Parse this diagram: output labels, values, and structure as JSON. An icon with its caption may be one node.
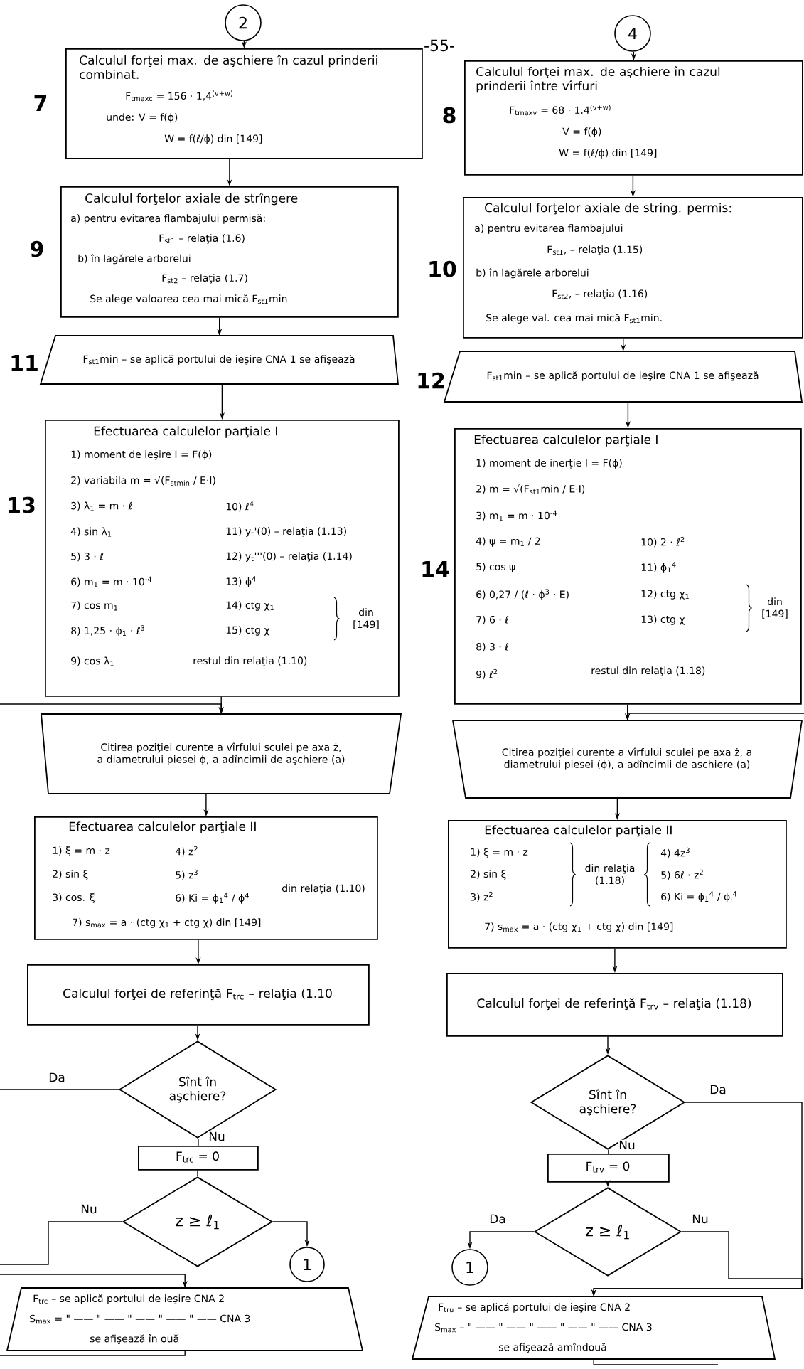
{
  "diagram": {
    "nodes": [
      {
        "text": [
          "2"
        ]
      },
      {
        "text": [
          "Calculul forţei max. de aşchiere în cazul prinderii combinat.",
          "F$_{tmaxc}$ = 156 · 1,4$^{(v+w)}$",
          "unde: V = f(ϕ)",
          "W = f(ℓ/ϕ) din [149]"
        ],
        "beside": [
          "7"
        ]
      },
      {
        "text": [
          "Calculul forţelor axiale de strîngere",
          "a) pentru evitarea flambajului permisă:",
          "F$_{st1}$ – relaţia (1.6)",
          "b) în lagărele arborelui",
          "F$_{st2}$ – relaţia (1.7)",
          "Se alege valoarea cea mai mică F$_{st1}$min"
        ],
        "beside": [
          "9"
        ]
      },
      {
        "text": [
          "F$_{st1}$min – se aplică portului de ieşire CNA 1 se afişează"
        ],
        "beside": [
          "11"
        ]
      },
      {
        "text": [
          "Efectuarea calculelor parţiale I",
          "1) moment de ieşire I = F(ϕ)",
          "2) variabila m = √(F$_{stmin}$ / E·I)",
          "3) λ$_{1}$ = m · ℓ",
          "10) ℓ$^{4}$",
          "4) sin λ$_{1}$",
          "11) y$_{t}$'(0) – relaţia (1.13)",
          "5) 3 · ℓ",
          "12) y$_{t}$'''(0) – relaţia (1.14)",
          "6) m$_{1}$ = m · 10$^{-4}$",
          "13) ϕ$^{4}$",
          "7) cos m$_{1}$",
          "14) ctg χ$_{1}$",
          "8) 1,25 · ϕ$_{1}$ · ℓ$^{3}$",
          "15) ctg χ",
          "din [149]",
          "9) cos λ$_{1}$",
          "restul din relaţia (1.10)"
        ],
        "beside": [
          "13"
        ]
      },
      {
        "text": [
          "Citirea poziţiei curente a vîrfului sculei pe axa ż, a diametrului piesei ϕ, a adîncimii de aşchiere (a)"
        ]
      },
      {
        "text": [
          "Efectuarea calculelor parţiale II",
          "1) ξ = m · z",
          "4) z$^{2}$",
          "2) sin ξ",
          "5) z$^{3}$",
          "3) cos. ξ",
          "6) Ki = ϕ$_{1}$$^{4}$ / ϕ$^{4}$",
          "din relaţia (1.10)",
          "7) s$_{max}$ = a · (ctg χ$_{1}$ + ctg χ) din [149]"
        ]
      },
      {
        "text": [
          "Calculul forţei de referinţă F$_{trc}$ – relaţia (1.10"
        ]
      },
      {
        "text": [
          "Sînt în aşchiere?"
        ]
      },
      {
        "text": [
          "F$_{trc}$ = 0"
        ]
      },
      {
        "text": [
          "z ≥ ℓ$_{1}$"
        ]
      },
      {
        "text": [
          "1"
        ]
      },
      {
        "text": [
          "F$_{trc}$ – se aplică portului de ieşire CNA 2",
          "S$_{max}$ = \" —— \" —— \" —— \" —— \" —— CNA 3",
          "se afişează în ouă"
        ]
      },
      {
        "text": [
          "4"
        ]
      },
      {
        "text": [
          "Calculul forţei max. de aşchiere în cazul prinderii între vîrfuri",
          "F$_{tmaxv}$ = 68 · 1.4$^{(v+w)}$",
          "V = f(ϕ)",
          "W = f(ℓ/ϕ) din [149]"
        ],
        "beside": [
          "8"
        ]
      },
      {
        "text": [
          "Calculul forţelor axiale de string. permis:",
          "a) pentru evitarea flambajului",
          "F$_{st1}$, – relaţia (1.15)",
          "b) în lagărele arborelui",
          "F$_{st2}$, – relaţia (1.16)",
          "Se alege val. cea mai mică F$_{st1}$min."
        ],
        "beside": [
          "10"
        ]
      },
      {
        "text": [
          "F$_{st1}$min – se aplică portului de ieşire CNA 1 se afişează"
        ],
        "beside": [
          "12"
        ]
      },
      {
        "text": [
          "Efectuarea calculelor parţiale I",
          "1) moment de inerţie I = F(ϕ)",
          "2) m = √(F$_{st1}$min / E·I)",
          "3) m$_{1}$ = m · 10$^{-4}$",
          "4) ψ = m$_{1}$ / 2",
          "10) 2 · ℓ$^{2}$",
          "5) cos ψ",
          "11) ϕ$_{1}$$^{4}$",
          "6) 0,27 / (ℓ · ϕ$^{3}$ · E)",
          "12) ctg χ$_{1}$",
          "7) 6 · ℓ",
          "13) ctg χ",
          "din [149]",
          "8) 3 · ℓ",
          "9) ℓ$^{2}$",
          "restul din relaţia (1.18)"
        ],
        "beside": [
          "14"
        ]
      },
      {
        "text": [
          "Citirea poziţiei curente a vîrfului sculei pe axa ż, a diametrului piesei (ϕ), a adîncimii de aschiere (a)"
        ]
      },
      {
        "text": [
          "Efectuarea calculelor parţiale II",
          "1) ξ = m · z",
          "din relaţia (1.18)",
          "4) 4z$^{3}$",
          "2) sin ξ",
          "5) 6ℓ · z$^{2}$",
          "3) z$^{2}$",
          "6) Ki = ϕ$_{1}$$^{4}$ / ϕ$_{i}$$^{4}$",
          "7) s$_{max}$ = a · (ctg χ$_{1}$ + ctg χ) din [149]"
        ]
      },
      {
        "text": [
          "Calculul forţei de referinţă F$_{trv}$ – relaţia (1.18)"
        ]
      },
      {
        "text": [
          "Sînt în aşchiere?"
        ]
      },
      {
        "text": [
          "F$_{trv}$ = 0"
        ]
      },
      {
        "text": [
          "z ≥ ℓ$_{1}$"
        ]
      },
      {
        "text": [
          "1"
        ]
      },
      {
        "text": [
          "F$_{tru}$ – se aplică portului de ieşire CNA 2",
          "S$_{max}$ – \" —— \" —— \" —— \" —— \" —— CNA 3",
          "se afişează amîndouă"
        ]
      }
    ],
    "edges": [
      {
        "from": 0,
        "to": 1,
        "arrow": "to"
      },
      {
        "from": 1,
        "to": 2,
        "arrow": "to"
      },
      {
        "from": 2,
        "to": 3,
        "arrow": "to"
      },
      {
        "from": 3,
        "to": 4,
        "arrow": "to"
      },
      {
        "from": null,
        "to": 5,
        "arrow": "to"
      },
      {
        "from": 4,
        "to": 5,
        "arrow": "to"
      },
      {
        "from": 5,
        "to": 6,
        "arrow": "to"
      },
      {
        "from": 6,
        "to": 7,
        "arrow": "to"
      },
      {
        "from": 7,
        "to": 8,
        "arrow": "to"
      },
      {
        "from": 8,
        "to": null,
        "arrow": "none",
        "label": "Da"
      },
      {
        "from": 8,
        "to": 9,
        "arrow": "none",
        "label": "Nu"
      },
      {
        "from": 9,
        "to": 10,
        "arrow": "none"
      },
      {
        "from": 10,
        "to": null,
        "arrow": "none",
        "label": "Nu"
      },
      {
        "from": 10,
        "to": 11,
        "arrow": "to"
      },
      {
        "from": null,
        "to": 12,
        "arrow": "to"
      },
      {
        "from": 12,
        "to": null,
        "arrow": "none"
      },
      {
        "from": 13,
        "to": 14,
        "arrow": "to"
      },
      {
        "from": 14,
        "to": 15,
        "arrow": "to"
      },
      {
        "from": 15,
        "to": 16,
        "arrow": "to"
      },
      {
        "from": 16,
        "to": 17,
        "arrow": "to"
      },
      {
        "from": 17,
        "to": 18,
        "arrow": "to"
      },
      {
        "from": null,
        "to": 18,
        "arrow": "to"
      },
      {
        "from": 18,
        "to": 19,
        "arrow": "to"
      },
      {
        "from": 19,
        "to": 20,
        "arrow": "to"
      },
      {
        "from": 20,
        "to": 21,
        "arrow": "to"
      },
      {
        "from": 21,
        "to": 25,
        "arrow": "to",
        "label": "Da"
      },
      {
        "from": 21,
        "to": 22,
        "arrow": "none",
        "label": "Nu"
      },
      {
        "from": 22,
        "to": 23,
        "arrow": "to"
      },
      {
        "from": 23,
        "to": 24,
        "arrow": "to",
        "label": "Da"
      },
      {
        "from": 23,
        "to": 25,
        "arrow": "to",
        "label": "Nu"
      },
      {
        "from": 25,
        "to": null,
        "arrow": "none"
      }
    ],
    "labels": [
      "-55-"
    ]
  }
}
